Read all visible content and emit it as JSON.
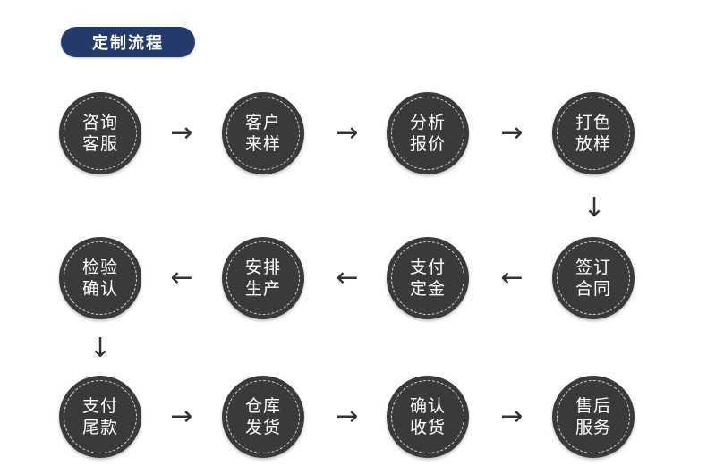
{
  "header": {
    "title": "定制流程"
  },
  "steps": [
    {
      "line1": "咨询",
      "line2": "客服"
    },
    {
      "line1": "客户",
      "line2": "来样"
    },
    {
      "line1": "分析",
      "line2": "报价"
    },
    {
      "line1": "打色",
      "line2": "放样"
    },
    {
      "line1": "签订",
      "line2": "合同"
    },
    {
      "line1": "支付",
      "line2": "定金"
    },
    {
      "line1": "安排",
      "line2": "生产"
    },
    {
      "line1": "检验",
      "line2": "确认"
    },
    {
      "line1": "支付",
      "line2": "尾款"
    },
    {
      "line1": "仓库",
      "line2": "发货"
    },
    {
      "line1": "确认",
      "line2": "收货"
    },
    {
      "line1": "售后",
      "line2": "服务"
    }
  ],
  "arrows": {
    "right": "→",
    "left": "←",
    "down": "↓"
  },
  "colors": {
    "title_bg": "#243a6b",
    "node_bg": "#3a3a3a",
    "text": "#ffffff"
  }
}
